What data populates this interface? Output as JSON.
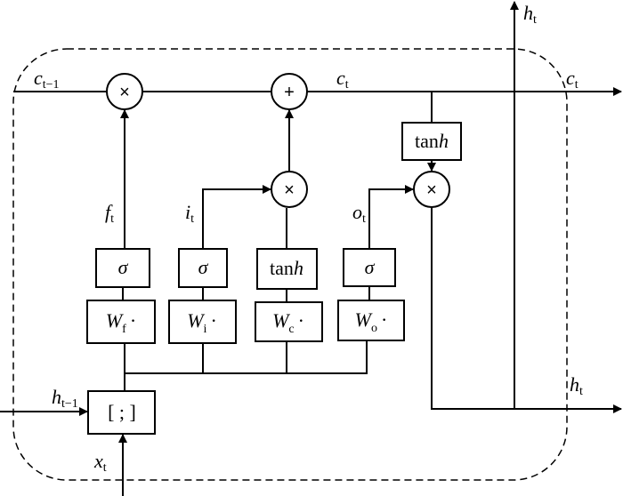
{
  "diagram": {
    "labels": {
      "c_prev": {
        "main": "c",
        "sub": "t−1"
      },
      "c_mid": {
        "main": "c",
        "sub": "t"
      },
      "c_out": {
        "main": "c",
        "sub": "t"
      },
      "h_top": {
        "main": "h",
        "sub": "t"
      },
      "h_out": {
        "main": "h",
        "sub": "t"
      },
      "h_prev": {
        "main": "h",
        "sub": "t−1"
      },
      "x_in": {
        "main": "x",
        "sub": "t"
      },
      "f_gate": {
        "main": "f",
        "sub": "t"
      },
      "i_gate": {
        "main": "i",
        "sub": "t"
      },
      "o_gate": {
        "main": "o",
        "sub": "t"
      }
    },
    "ops": {
      "multiply": "×",
      "add": "+"
    },
    "activations": {
      "sigma": "σ",
      "tanh_main": "tan",
      "tanh_h": "h"
    },
    "weights": [
      {
        "main": "W",
        "sub": "f"
      },
      {
        "main": "W",
        "sub": "i"
      },
      {
        "main": "W",
        "sub": "c"
      },
      {
        "main": "W",
        "sub": "o"
      }
    ],
    "weight_dot": "·",
    "concat": "[ ; ]"
  }
}
